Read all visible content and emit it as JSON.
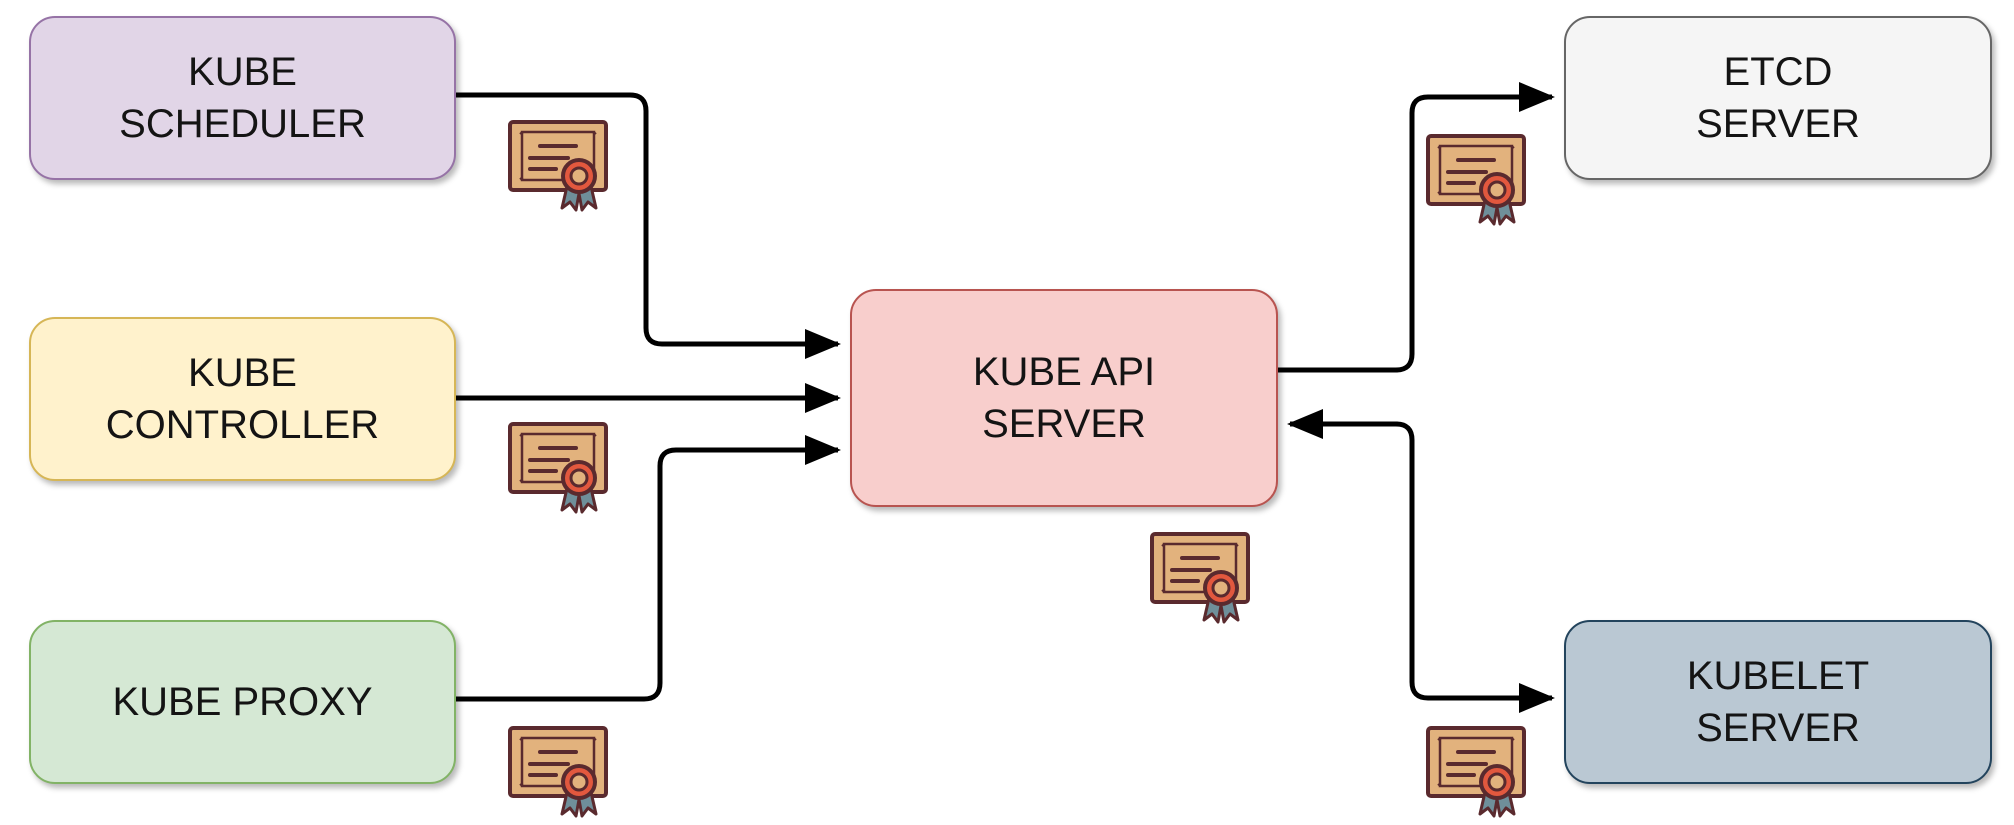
{
  "colors": {
    "edge": "#000000",
    "cert_frame": "#e2b27d",
    "cert_outline": "#5a2a2e",
    "cert_seal": "#e2583e",
    "cert_ribbon": "#6f8f9a"
  },
  "nodes": {
    "scheduler": {
      "line1": "KUBE",
      "line2": "SCHEDULER",
      "fill": "#e1d5e7",
      "stroke": "#9673a6"
    },
    "controller": {
      "line1": "KUBE",
      "line2": "CONTROLLER",
      "fill": "#fff2cc",
      "stroke": "#d6b656"
    },
    "proxy": {
      "line1": "KUBE PROXY",
      "fill": "#d5e8d4",
      "stroke": "#82b366"
    },
    "api": {
      "line1": "KUBE API",
      "line2": "SERVER",
      "fill": "#f8cecc",
      "stroke": "#b85450"
    },
    "etcd": {
      "line1": "ETCD",
      "line2": "SERVER",
      "fill": "#f5f5f5",
      "stroke": "#666666"
    },
    "kubelet": {
      "line1": "KUBELET",
      "line2": "SERVER",
      "fill": "#bac8d3",
      "stroke": "#23445d"
    }
  },
  "edges": [
    {
      "id": "scheduler-to-api",
      "from": "scheduler",
      "to": "api",
      "arrow_end": true,
      "arrow_start": false
    },
    {
      "id": "controller-to-api",
      "from": "controller",
      "to": "api",
      "arrow_end": true,
      "arrow_start": false
    },
    {
      "id": "proxy-to-api",
      "from": "proxy",
      "to": "api",
      "arrow_end": true,
      "arrow_start": false
    },
    {
      "id": "api-to-etcd",
      "from": "api",
      "to": "etcd",
      "arrow_end": true,
      "arrow_start": false
    },
    {
      "id": "api-kubelet",
      "from": "api",
      "to": "kubelet",
      "arrow_end": true,
      "arrow_start": true
    }
  ],
  "certificates": [
    {
      "id": "cert-scheduler",
      "icon": "certificate-icon"
    },
    {
      "id": "cert-controller",
      "icon": "certificate-icon"
    },
    {
      "id": "cert-proxy",
      "icon": "certificate-icon"
    },
    {
      "id": "cert-api",
      "icon": "certificate-icon"
    },
    {
      "id": "cert-etcd",
      "icon": "certificate-icon"
    },
    {
      "id": "cert-kubelet",
      "icon": "certificate-icon"
    }
  ]
}
